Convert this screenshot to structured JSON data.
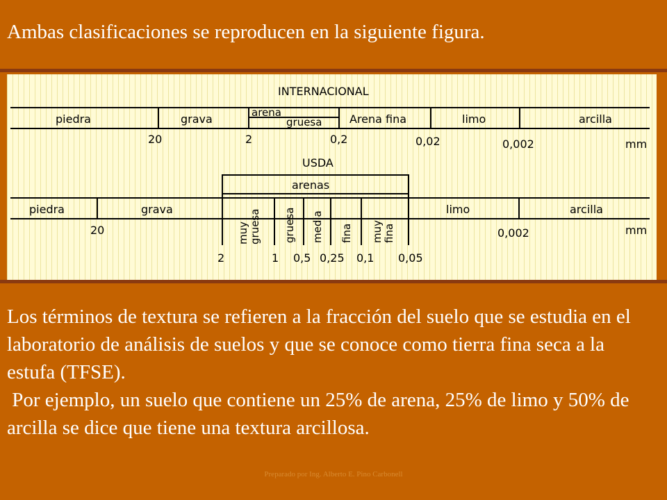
{
  "slide": {
    "title": "Ambas clasificaciones se reproducen en la siguiente figura.",
    "paragraphs": [
      "Los términos de textura se refieren a la fracción del suelo que se estudia en el laboratorio de análisis de suelos y que se conoce como tierra fina seca a la estufa (TFSE).",
      " Por ejemplo, un suelo que contiene un 25% de arena, 25% de limo y 50% de arcilla se dice que tiene una textura arcillosa."
    ],
    "footer": "Preparado por Ing. Alberto E. Pino Carbonell"
  },
  "figure": {
    "internacional": {
      "heading": "INTERNACIONAL",
      "classes": [
        "piedra",
        "grava",
        "arena",
        "gruesa",
        "Arena fina",
        "limo",
        "arcilla"
      ],
      "limits": [
        "20",
        "2",
        "0,2",
        "0,02",
        "0,002"
      ],
      "unit": "mm"
    },
    "usda": {
      "heading": "USDA",
      "group": "arenas",
      "classes": [
        "piedra",
        "grava",
        "limo",
        "arcilla"
      ],
      "sand_classes": [
        [
          "muy",
          "gruesa"
        ],
        [
          "gruesa"
        ],
        [
          "media"
        ],
        [
          "fina"
        ],
        [
          "muy",
          "fina"
        ]
      ],
      "limits": [
        "20",
        "0,002"
      ],
      "sand_limits": [
        "2",
        "1",
        "0,5",
        "0,25",
        "0,1",
        "0,05"
      ],
      "unit": "mm"
    }
  }
}
